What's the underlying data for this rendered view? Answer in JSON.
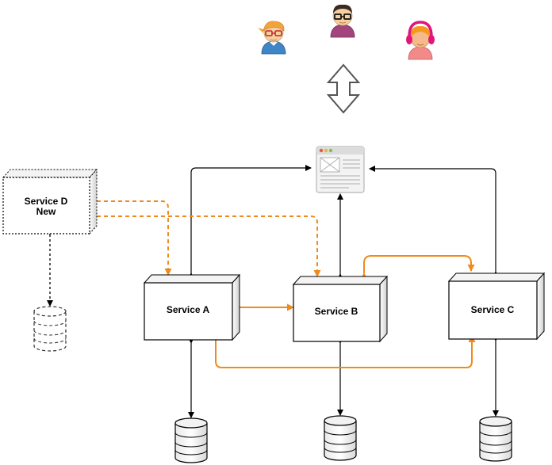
{
  "services": {
    "a": {
      "label": "Service A"
    },
    "b": {
      "label": "Service B"
    },
    "c": {
      "label": "Service C"
    },
    "d": {
      "line1": "Service D",
      "line2": "New"
    }
  },
  "icons": {
    "users": [
      "user-woman-glasses-icon",
      "user-man-glasses-icon",
      "user-headphones-icon"
    ],
    "browser": "browser-window-icon",
    "double_arrow": "double-arrow-icon",
    "database": "database-icon"
  },
  "colors": {
    "orange": "#f08a1c",
    "black": "#000000",
    "dashed_gray": "#444444"
  }
}
